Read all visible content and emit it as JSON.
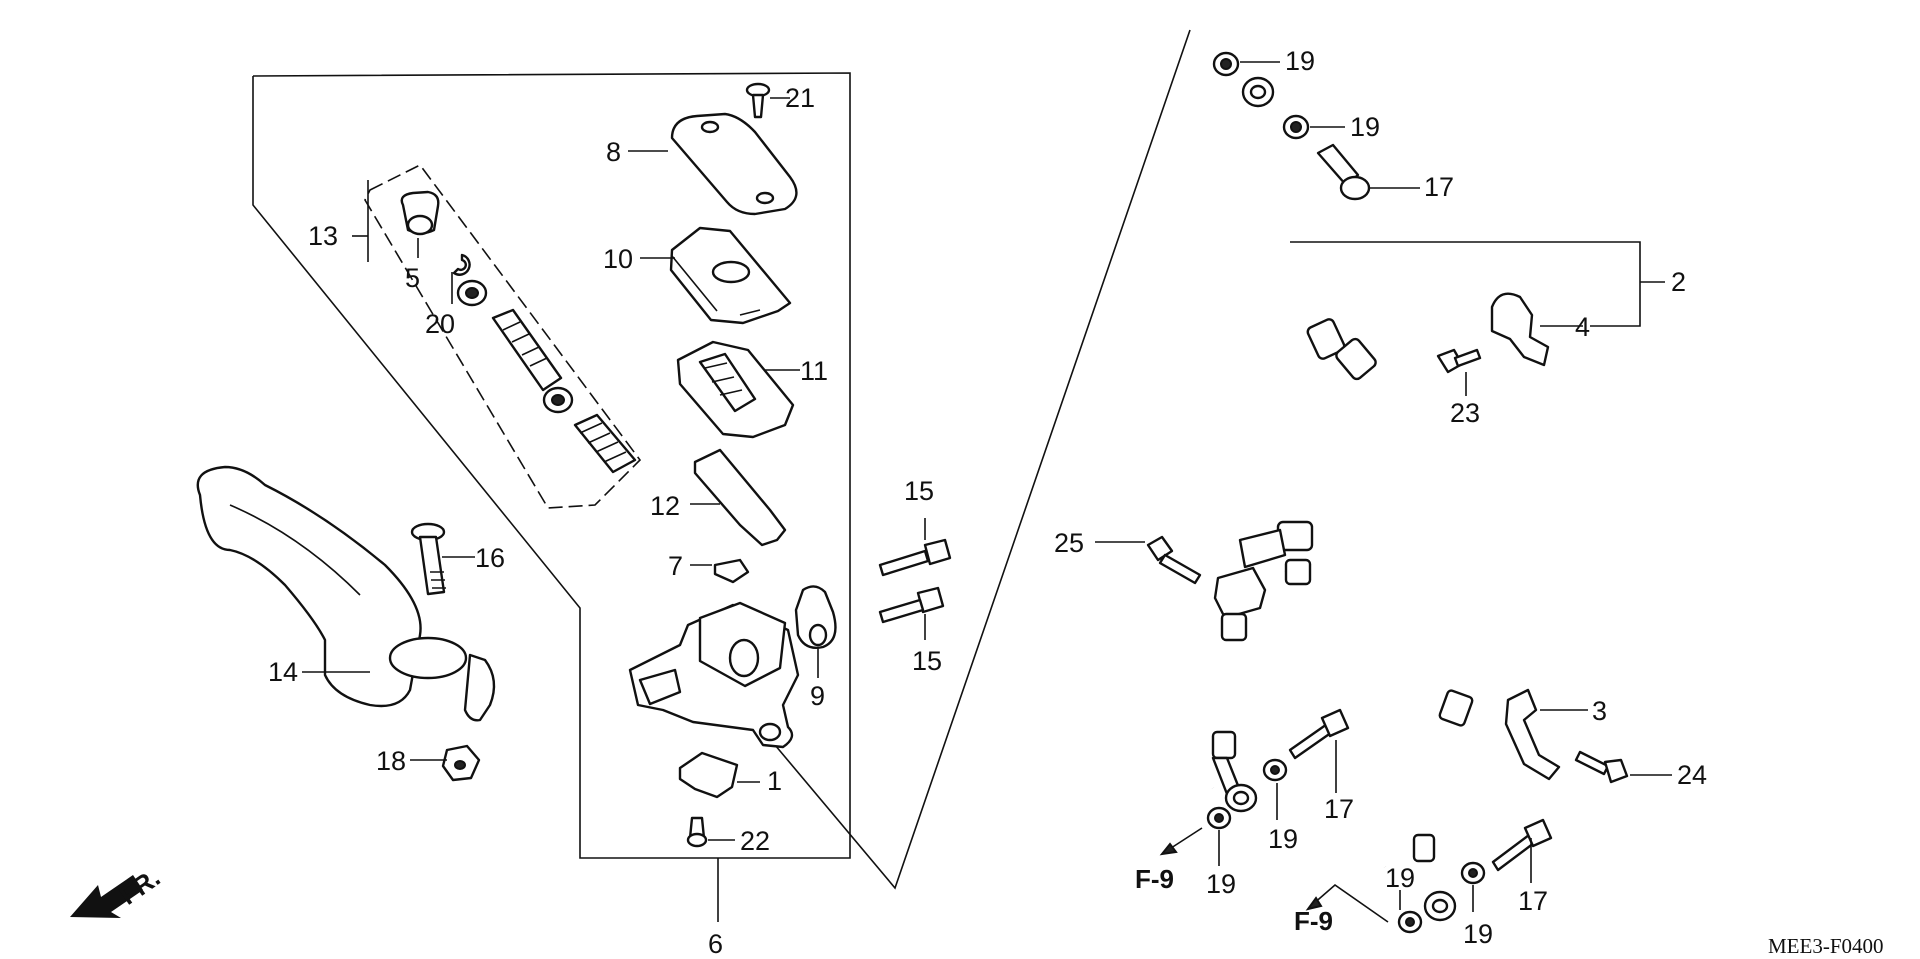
{
  "diagram": {
    "code": "MEE3-F0400",
    "front_arrow_label": "FR.",
    "refs": [
      "F-9",
      "F-9"
    ],
    "labels": [
      {
        "id": "l19a",
        "text": "19"
      },
      {
        "id": "l19b",
        "text": "19"
      },
      {
        "id": "l17a",
        "text": "17"
      },
      {
        "id": "l2",
        "text": "2"
      },
      {
        "id": "l4",
        "text": "4"
      },
      {
        "id": "l23",
        "text": "23"
      },
      {
        "id": "l25",
        "text": "25"
      },
      {
        "id": "l3",
        "text": "3"
      },
      {
        "id": "l24",
        "text": "24"
      },
      {
        "id": "l17b",
        "text": "17"
      },
      {
        "id": "l19c",
        "text": "19"
      },
      {
        "id": "l19d",
        "text": "19"
      },
      {
        "id": "l19e",
        "text": "19"
      },
      {
        "id": "l19f",
        "text": "19"
      },
      {
        "id": "l17c",
        "text": "17"
      },
      {
        "id": "l21",
        "text": "21"
      },
      {
        "id": "l8",
        "text": "8"
      },
      {
        "id": "l10",
        "text": "10"
      },
      {
        "id": "l11",
        "text": "11"
      },
      {
        "id": "l12",
        "text": "12"
      },
      {
        "id": "l7",
        "text": "7"
      },
      {
        "id": "l9",
        "text": "9"
      },
      {
        "id": "l15a",
        "text": "15"
      },
      {
        "id": "l15b",
        "text": "15"
      },
      {
        "id": "l1",
        "text": "1"
      },
      {
        "id": "l22",
        "text": "22"
      },
      {
        "id": "l6",
        "text": "6"
      },
      {
        "id": "l13",
        "text": "13"
      },
      {
        "id": "l5",
        "text": "5"
      },
      {
        "id": "l20",
        "text": "20"
      },
      {
        "id": "l16",
        "text": "16"
      },
      {
        "id": "l14",
        "text": "14"
      },
      {
        "id": "l18",
        "text": "18"
      }
    ]
  }
}
